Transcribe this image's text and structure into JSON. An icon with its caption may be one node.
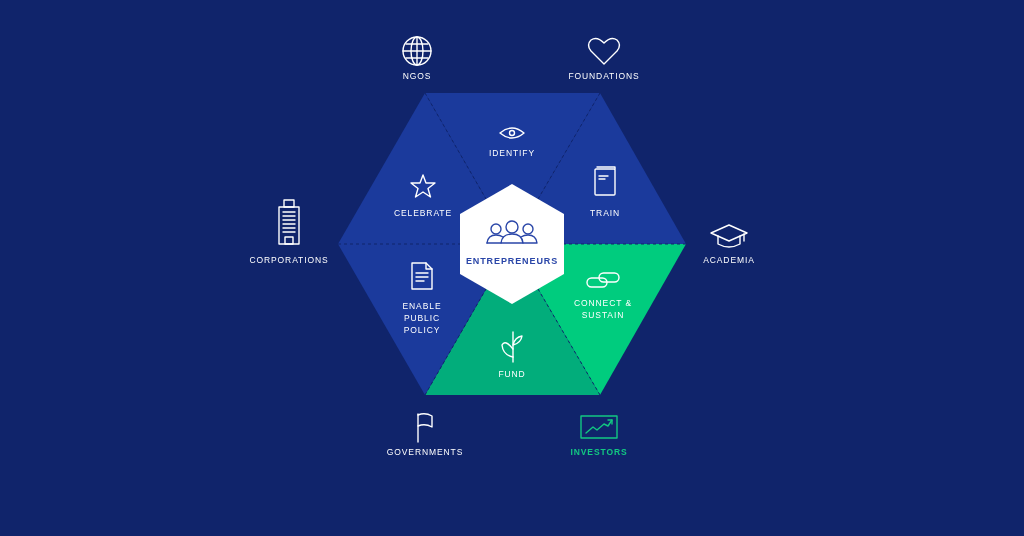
{
  "diagram": {
    "nodes": [
      {
        "text": [
          "ENTREPRENEURS"
        ]
      },
      {
        "text": [
          "IDENTIFY"
        ]
      },
      {
        "text": [
          "TRAIN"
        ]
      },
      {
        "text": [
          "CONNECT & SUSTAIN"
        ]
      },
      {
        "text": [
          "FUND"
        ]
      },
      {
        "text": [
          "ENABLE PUBLIC POLICY"
        ]
      },
      {
        "text": [
          "CELEBRATE"
        ]
      }
    ],
    "labels": [
      "NGOS",
      "FOUNDATIONS",
      "CORPORATIONS",
      "ACADEMIA",
      "GOVERNMENTS",
      "INVESTORS"
    ]
  }
}
